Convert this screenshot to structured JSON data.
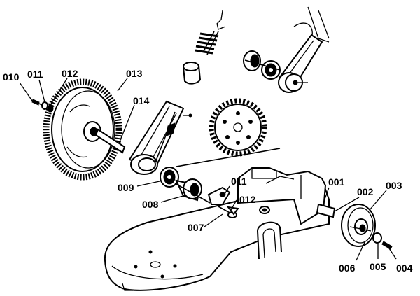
{
  "labels": {
    "p001": "001",
    "p002": "002",
    "p003": "003",
    "p004": "004",
    "p005": "005",
    "p006": "006",
    "p007": "007",
    "p008": "008",
    "p009": "009",
    "p010": "010",
    "p011a": "011",
    "p011b": "011",
    "p012a": "012",
    "p012b": "012",
    "p013": "013",
    "p014": "014"
  }
}
